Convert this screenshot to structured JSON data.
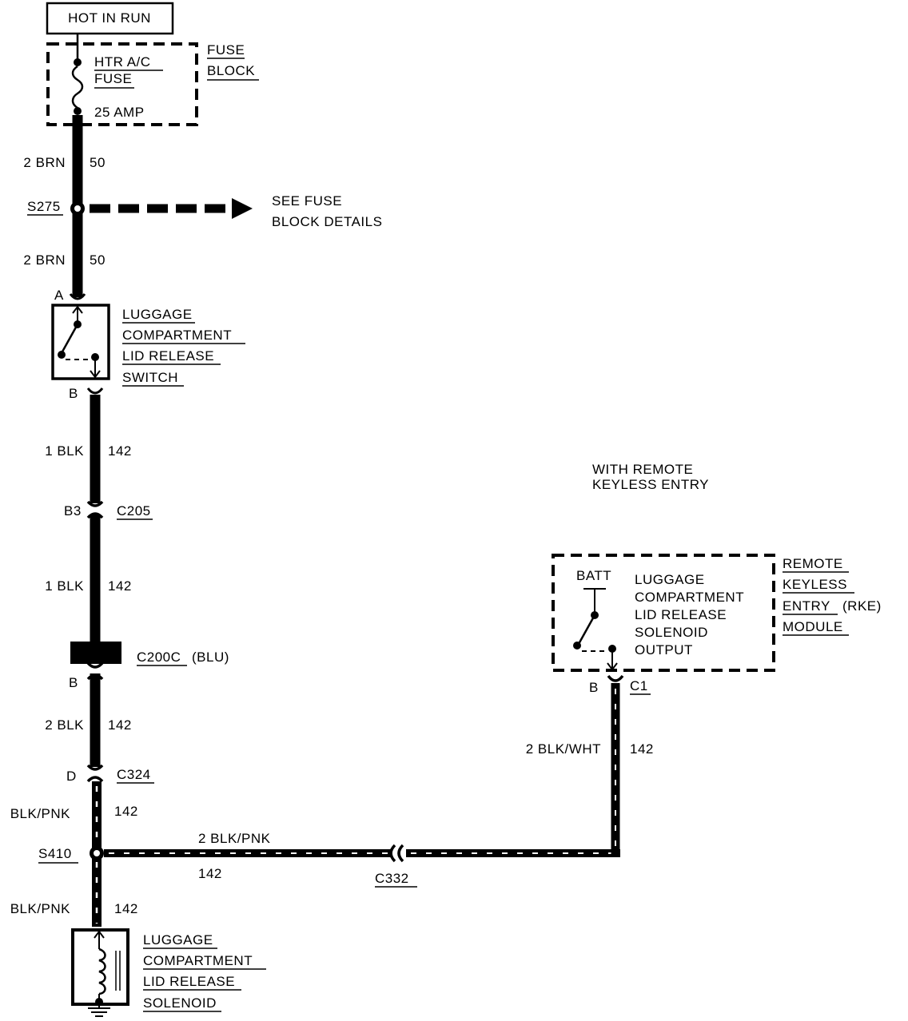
{
  "power": {
    "hot_in_run": "HOT IN RUN"
  },
  "fuse_block": {
    "label_1": "FUSE",
    "label_2": "BLOCK",
    "fuse_name_1": "HTR A/C",
    "fuse_name_2": "FUSE",
    "rating": "25 AMP"
  },
  "wires": {
    "brn_top_gauge": "2 BRN",
    "brn_top_circuit": "50",
    "brn_bottom_gauge": "2 BRN",
    "brn_bottom_circuit": "50",
    "blk_1_gauge": "1 BLK",
    "blk_1_circuit": "142",
    "blk_2_gauge": "1 BLK",
    "blk_2_circuit": "142",
    "blk_3_gauge": "2 BLK",
    "blk_3_circuit": "142",
    "blkpnk_1_gauge": "BLK/PNK",
    "blkpnk_1_circuit": "142",
    "blkpnk_2_gauge": "BLK/PNK",
    "blkpnk_2_circuit": "142",
    "horizontal_gauge": "2 BLK/PNK",
    "horizontal_circuit": "142",
    "blkwht_gauge": "2 BLK/WHT",
    "blkwht_circuit": "142"
  },
  "splices": {
    "s275": "S275",
    "s410": "S410",
    "see_fuse_1": "SEE FUSE",
    "see_fuse_2": "BLOCK DETAILS"
  },
  "switch": {
    "pin_a": "A",
    "pin_b": "B",
    "line_1": "LUGGAGE",
    "line_2": "COMPARTMENT",
    "line_3": "LID RELEASE",
    "line_4": "SWITCH"
  },
  "connectors": {
    "c205_pin": "B3",
    "c205": "C205",
    "c200c": "C200C",
    "c200c_color": "(BLU)",
    "c200c_pin": "B",
    "c324_pin": "D",
    "c324": "C324",
    "c332": "C332",
    "c1_pin": "B",
    "c1": "C1"
  },
  "rke": {
    "note_1": "WITH REMOTE",
    "note_2": "KEYLESS ENTRY",
    "batt": "BATT",
    "inner_1": "LUGGAGE",
    "inner_2": "COMPARTMENT",
    "inner_3": "LID RELEASE",
    "inner_4": "SOLENOID",
    "inner_5": "OUTPUT",
    "module_1": "REMOTE",
    "module_2": "KEYLESS",
    "module_3": "ENTRY",
    "module_3b": "(RKE)",
    "module_4": "MODULE"
  },
  "solenoid": {
    "line_1": "LUGGAGE",
    "line_2": "COMPARTMENT",
    "line_3": "LID RELEASE",
    "line_4": "SOLENOID"
  }
}
